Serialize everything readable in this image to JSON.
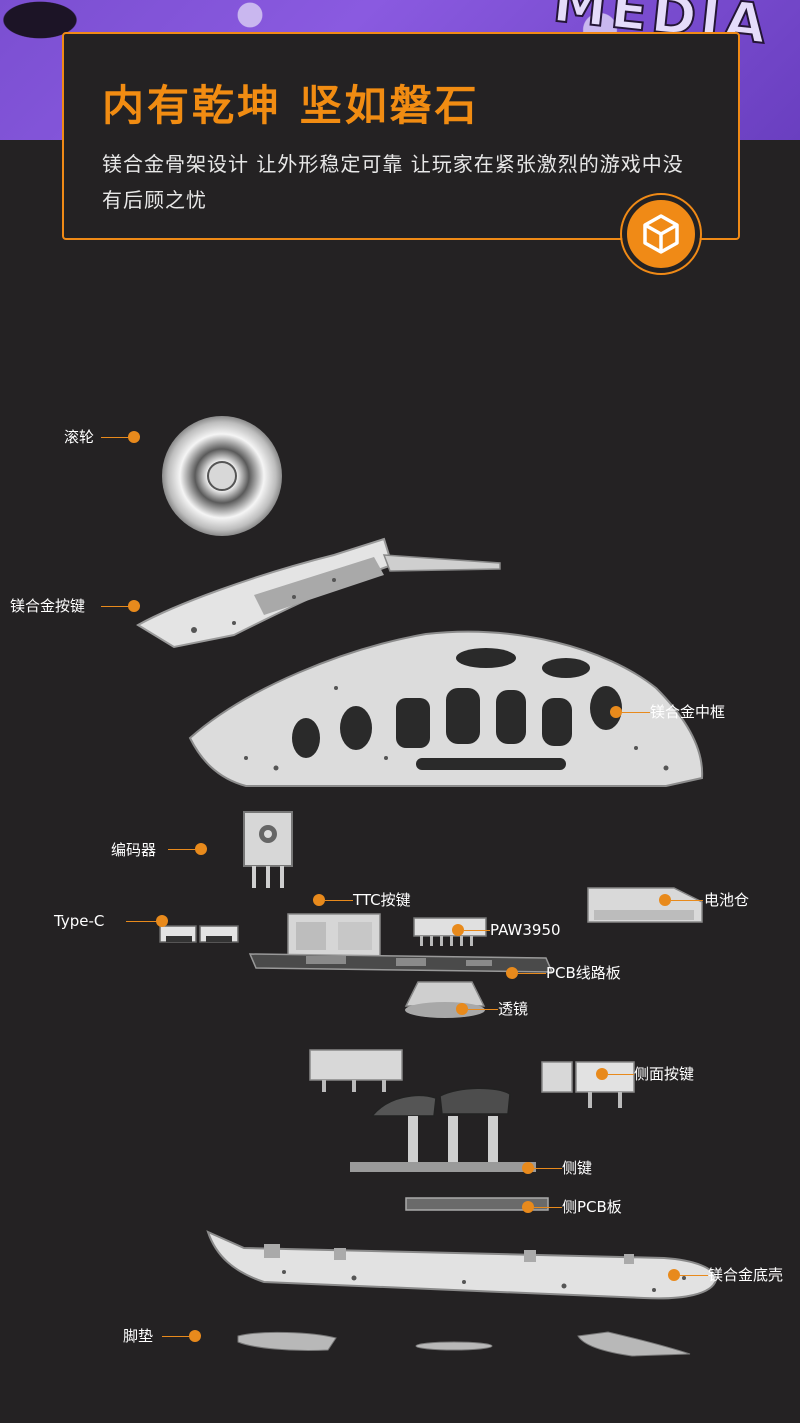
{
  "header": {
    "title": "内有乾坤 坚如磐石",
    "description": "镁合金骨架设计 让外形稳定可靠 让玩家在紧张激烈的游戏中没有后顾之忧",
    "bg_word": "MEDIA"
  },
  "colors": {
    "accent": "#f08a16",
    "background": "#242223",
    "banner": "#7b4fd1"
  },
  "badge_icon": "cube-outline-icon",
  "parts": {
    "scroll_wheel": "滚轮",
    "buttons": "镁合金按键",
    "mid_frame": "镁合金中框",
    "encoder": "编码器",
    "ttc_switch": "TTC按键",
    "battery": "电池仓",
    "typec": "Type-C",
    "sensor": "PAW3950",
    "pcb": "PCB线路板",
    "lens": "透镜",
    "side_buttons_face": "侧面按键",
    "side_keys": "侧键",
    "side_pcb": "侧PCB板",
    "bottom_shell": "镁合金底壳",
    "feet": "脚垫"
  }
}
